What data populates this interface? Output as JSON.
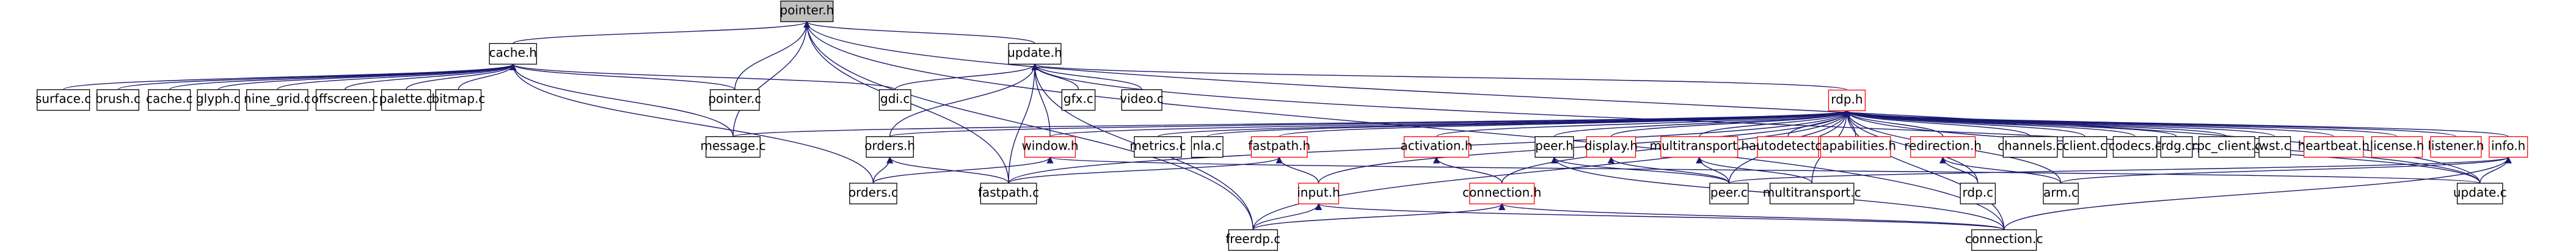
{
  "nodes": [
    {
      "id": "pointer_h",
      "label": "pointer.h",
      "style": "root"
    },
    {
      "id": "cache_h",
      "label": "cache.h",
      "style": "black"
    },
    {
      "id": "update_h",
      "label": "update.h",
      "style": "black"
    },
    {
      "id": "rdp_h",
      "label": "rdp.h",
      "style": "red"
    },
    {
      "id": "surface_c",
      "label": "surface.c",
      "style": "black"
    },
    {
      "id": "brush_c",
      "label": "brush.c",
      "style": "black"
    },
    {
      "id": "cache_c",
      "label": "cache.c",
      "style": "black"
    },
    {
      "id": "glyph_c",
      "label": "glyph.c",
      "style": "black"
    },
    {
      "id": "nine_grid_c",
      "label": "nine_grid.c",
      "style": "black"
    },
    {
      "id": "offscreen_c",
      "label": "offscreen.c",
      "style": "black"
    },
    {
      "id": "palette_c",
      "label": "palette.c",
      "style": "black"
    },
    {
      "id": "bitmap_c",
      "label": "bitmap.c",
      "style": "black"
    },
    {
      "id": "pointer_c",
      "label": "pointer.c",
      "style": "black"
    },
    {
      "id": "gdi_c",
      "label": "gdi.c",
      "style": "black"
    },
    {
      "id": "gfx_c",
      "label": "gfx.c",
      "style": "black"
    },
    {
      "id": "video_c",
      "label": "video.c",
      "style": "black"
    },
    {
      "id": "message_c",
      "label": "message.c",
      "style": "black"
    },
    {
      "id": "orders_h",
      "label": "orders.h",
      "style": "black"
    },
    {
      "id": "window_h",
      "label": "window.h",
      "style": "red"
    },
    {
      "id": "metrics_c",
      "label": "metrics.c",
      "style": "black"
    },
    {
      "id": "nla_c",
      "label": "nla.c",
      "style": "black"
    },
    {
      "id": "fastpath_h",
      "label": "fastpath.h",
      "style": "red"
    },
    {
      "id": "activation_h",
      "label": "activation.h",
      "style": "red"
    },
    {
      "id": "peer_h",
      "label": "peer.h",
      "style": "black"
    },
    {
      "id": "display_h",
      "label": "display.h",
      "style": "red"
    },
    {
      "id": "multitransport_h",
      "label": "multitransport.h",
      "style": "red"
    },
    {
      "id": "autodetect_h",
      "label": "autodetect.h",
      "style": "red"
    },
    {
      "id": "capabilities_h",
      "label": "capabilities.h",
      "style": "red"
    },
    {
      "id": "redirection_h",
      "label": "redirection.h",
      "style": "red"
    },
    {
      "id": "channels_c",
      "label": "channels.c",
      "style": "black"
    },
    {
      "id": "client_c",
      "label": "client.c",
      "style": "black"
    },
    {
      "id": "codecs_c",
      "label": "codecs.c",
      "style": "black"
    },
    {
      "id": "rdg_c",
      "label": "rdg.c",
      "style": "black"
    },
    {
      "id": "rpc_client_c",
      "label": "rpc_client.c",
      "style": "black"
    },
    {
      "id": "wst_c",
      "label": "wst.c",
      "style": "black"
    },
    {
      "id": "heartbeat_h",
      "label": "heartbeat.h",
      "style": "red"
    },
    {
      "id": "license_h",
      "label": "license.h",
      "style": "red"
    },
    {
      "id": "listener_h",
      "label": "listener.h",
      "style": "red"
    },
    {
      "id": "info_h",
      "label": "info.h",
      "style": "red"
    },
    {
      "id": "orders_c",
      "label": "orders.c",
      "style": "black"
    },
    {
      "id": "fastpath_c",
      "label": "fastpath.c",
      "style": "black"
    },
    {
      "id": "input_h",
      "label": "input.h",
      "style": "red"
    },
    {
      "id": "connection_h",
      "label": "connection.h",
      "style": "red"
    },
    {
      "id": "peer_c",
      "label": "peer.c",
      "style": "black"
    },
    {
      "id": "multitransport_c",
      "label": "multitransport.c",
      "style": "black"
    },
    {
      "id": "rdp_c",
      "label": "rdp.c",
      "style": "black"
    },
    {
      "id": "arm_c",
      "label": "arm.c",
      "style": "black"
    },
    {
      "id": "update_c",
      "label": "update.c",
      "style": "black"
    },
    {
      "id": "freerdp_c",
      "label": "freerdp.c",
      "style": "black"
    },
    {
      "id": "connection_c",
      "label": "connection.c",
      "style": "black"
    }
  ],
  "edges": [
    {
      "from": "cache_h",
      "to": "pointer_h"
    },
    {
      "from": "update_h",
      "to": "pointer_h"
    },
    {
      "from": "pointer_c",
      "to": "pointer_h"
    },
    {
      "from": "message_c",
      "to": "pointer_h"
    },
    {
      "from": "fastpath_c",
      "to": "pointer_h"
    },
    {
      "from": "freerdp_c",
      "to": "pointer_h"
    },
    {
      "from": "update_c",
      "to": "pointer_h"
    },
    {
      "from": "connection_c",
      "to": "pointer_h"
    },
    {
      "from": "surface_c",
      "to": "cache_h"
    },
    {
      "from": "brush_c",
      "to": "cache_h"
    },
    {
      "from": "cache_c",
      "to": "cache_h"
    },
    {
      "from": "glyph_c",
      "to": "cache_h"
    },
    {
      "from": "nine_grid_c",
      "to": "cache_h"
    },
    {
      "from": "offscreen_c",
      "to": "cache_h"
    },
    {
      "from": "palette_c",
      "to": "cache_h"
    },
    {
      "from": "bitmap_c",
      "to": "cache_h"
    },
    {
      "from": "pointer_c",
      "to": "cache_h"
    },
    {
      "from": "gdi_c",
      "to": "cache_h"
    },
    {
      "from": "message_c",
      "to": "cache_h"
    },
    {
      "from": "orders_c",
      "to": "cache_h"
    },
    {
      "from": "gdi_c",
      "to": "update_h"
    },
    {
      "from": "gfx_c",
      "to": "update_h"
    },
    {
      "from": "video_c",
      "to": "update_h"
    },
    {
      "from": "rdp_h",
      "to": "update_h"
    },
    {
      "from": "orders_h",
      "to": "update_h"
    },
    {
      "from": "window_h",
      "to": "update_h"
    },
    {
      "from": "fastpath_c",
      "to": "update_h"
    },
    {
      "from": "freerdp_c",
      "to": "update_h"
    },
    {
      "from": "update_c",
      "to": "update_h"
    },
    {
      "from": "message_c",
      "to": "rdp_h"
    },
    {
      "from": "orders_h",
      "to": "rdp_h"
    },
    {
      "from": "window_h",
      "to": "rdp_h"
    },
    {
      "from": "metrics_c",
      "to": "rdp_h"
    },
    {
      "from": "nla_c",
      "to": "rdp_h"
    },
    {
      "from": "fastpath_h",
      "to": "rdp_h"
    },
    {
      "from": "activation_h",
      "to": "rdp_h"
    },
    {
      "from": "peer_h",
      "to": "rdp_h"
    },
    {
      "from": "display_h",
      "to": "rdp_h"
    },
    {
      "from": "multitransport_h",
      "to": "rdp_h"
    },
    {
      "from": "autodetect_h",
      "to": "rdp_h"
    },
    {
      "from": "capabilities_h",
      "to": "rdp_h"
    },
    {
      "from": "redirection_h",
      "to": "rdp_h"
    },
    {
      "from": "channels_c",
      "to": "rdp_h"
    },
    {
      "from": "client_c",
      "to": "rdp_h"
    },
    {
      "from": "codecs_c",
      "to": "rdp_h"
    },
    {
      "from": "rdg_c",
      "to": "rdp_h"
    },
    {
      "from": "rpc_client_c",
      "to": "rdp_h"
    },
    {
      "from": "wst_c",
      "to": "rdp_h"
    },
    {
      "from": "heartbeat_h",
      "to": "rdp_h"
    },
    {
      "from": "license_h",
      "to": "rdp_h"
    },
    {
      "from": "listener_h",
      "to": "rdp_h"
    },
    {
      "from": "info_h",
      "to": "rdp_h"
    },
    {
      "from": "input_h",
      "to": "rdp_h"
    },
    {
      "from": "connection_h",
      "to": "rdp_h"
    },
    {
      "from": "peer_c",
      "to": "rdp_h"
    },
    {
      "from": "multitransport_c",
      "to": "rdp_h"
    },
    {
      "from": "rdp_c",
      "to": "rdp_h"
    },
    {
      "from": "arm_c",
      "to": "rdp_h"
    },
    {
      "from": "update_c",
      "to": "rdp_h"
    },
    {
      "from": "fastpath_c",
      "to": "rdp_h"
    },
    {
      "from": "freerdp_c",
      "to": "rdp_h"
    },
    {
      "from": "connection_c",
      "to": "rdp_h"
    },
    {
      "from": "orders_c",
      "to": "orders_h"
    },
    {
      "from": "fastpath_c",
      "to": "orders_h"
    },
    {
      "from": "update_c",
      "to": "window_h"
    },
    {
      "from": "orders_c",
      "to": "window_h"
    },
    {
      "from": "fastpath_c",
      "to": "fastpath_h"
    },
    {
      "from": "input_h",
      "to": "fastpath_h"
    },
    {
      "from": "connection_h",
      "to": "activation_h"
    },
    {
      "from": "peer_c",
      "to": "peer_h"
    },
    {
      "from": "connection_c",
      "to": "peer_h"
    },
    {
      "from": "peer_c",
      "to": "display_h"
    },
    {
      "from": "peer_c",
      "to": "multitransport_h"
    },
    {
      "from": "multitransport_c",
      "to": "multitransport_h"
    },
    {
      "from": "rdp_c",
      "to": "redirection_h"
    },
    {
      "from": "arm_c",
      "to": "redirection_h"
    },
    {
      "from": "peer_c",
      "to": "info_h"
    },
    {
      "from": "update_c",
      "to": "info_h"
    },
    {
      "from": "connection_c",
      "to": "info_h"
    },
    {
      "from": "arm_c",
      "to": "info_h"
    },
    {
      "from": "freerdp_c",
      "to": "input_h"
    },
    {
      "from": "connection_c",
      "to": "input_h"
    },
    {
      "from": "freerdp_c",
      "to": "connection_h"
    },
    {
      "from": "connection_c",
      "to": "connection_h"
    }
  ]
}
